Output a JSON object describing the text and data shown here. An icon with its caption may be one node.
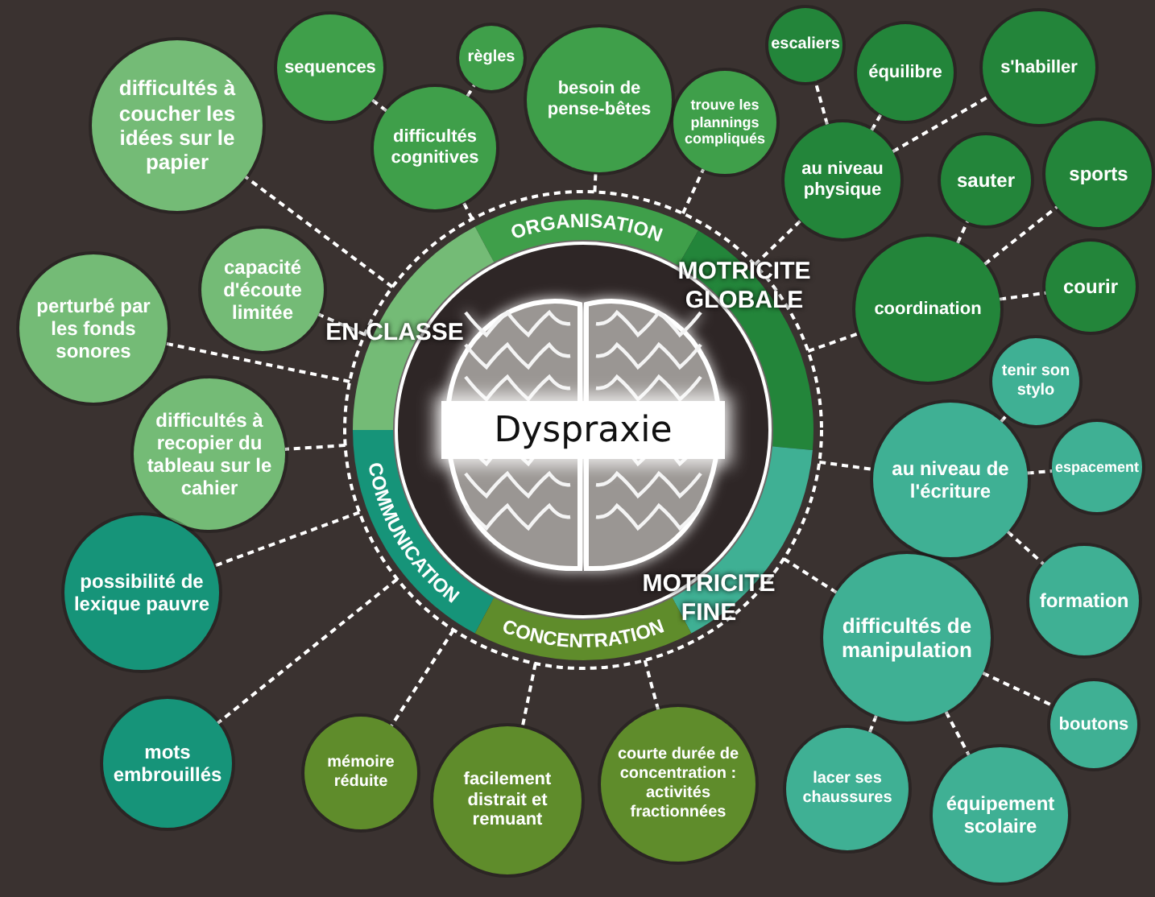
{
  "diagram": {
    "nodes": [
      {
        "text": [],
        "shape": "circle"
      },
      {
        "text": [
          "Dyspraxie"
        ],
        "in": 0
      },
      {
        "text": [
          "difficultés à coucher les idées sur le papier"
        ]
      },
      {
        "text": [
          "capacité d'écoute limitée"
        ]
      },
      {
        "text": [
          "perturbé par les fonds sonores"
        ]
      },
      {
        "text": [
          "difficultés à recopier du tableau sur le cahier"
        ]
      },
      {
        "text": [
          "sequences"
        ]
      },
      {
        "text": [
          "règles"
        ]
      },
      {
        "text": [
          "difficultés cognitives"
        ]
      },
      {
        "text": [
          "besoin de pense-bêtes"
        ]
      },
      {
        "text": [
          "trouve les plannings compliqués"
        ]
      },
      {
        "text": [
          "escaliers"
        ]
      },
      {
        "text": [
          "équilibre"
        ]
      },
      {
        "text": [
          "au niveau physique"
        ]
      },
      {
        "text": [
          "s'habiller"
        ]
      },
      {
        "text": [
          "sauter"
        ]
      },
      {
        "text": [
          "sports"
        ]
      },
      {
        "text": [
          "coordination"
        ]
      },
      {
        "text": [
          "courir"
        ]
      },
      {
        "text": [
          "tenir son stylo"
        ]
      },
      {
        "text": [
          "au niveau de l'écriture"
        ]
      },
      {
        "text": [
          "espacement"
        ]
      },
      {
        "text": [
          "formation"
        ]
      },
      {
        "text": [
          "difficultés de manipulation"
        ]
      },
      {
        "text": [
          "boutons"
        ]
      },
      {
        "text": [
          "lacer ses chaussures"
        ]
      },
      {
        "text": [
          "équipement scolaire"
        ]
      },
      {
        "text": [
          "possibilité de lexique pauvre"
        ]
      },
      {
        "text": [
          "mots embrouillés"
        ]
      },
      {
        "text": [
          "mémoire réduite"
        ]
      },
      {
        "text": [
          "facilement distrait et remuant"
        ]
      },
      {
        "text": [
          "courte durée de concentration : activités fractionnées"
        ]
      }
    ],
    "edges": [
      {
        "from": 0,
        "to": 2,
        "arrow": "none",
        "style": "dashed"
      },
      {
        "from": 0,
        "to": 3,
        "arrow": "none",
        "style": "dashed"
      },
      {
        "from": 0,
        "to": 4,
        "arrow": "none",
        "style": "dashed"
      },
      {
        "from": 0,
        "to": 5,
        "arrow": "none",
        "style": "dashed"
      },
      {
        "from": 0,
        "to": 8,
        "arrow": "none",
        "style": "dashed"
      },
      {
        "from": 8,
        "to": 6,
        "arrow": "none",
        "style": "dashed"
      },
      {
        "from": 8,
        "to": 7,
        "arrow": "none",
        "style": "dashed"
      },
      {
        "from": 0,
        "to": 9,
        "arrow": "none",
        "style": "dashed"
      },
      {
        "from": 0,
        "to": 10,
        "arrow": "none",
        "style": "dashed"
      },
      {
        "from": 0,
        "to": 13,
        "arrow": "none",
        "style": "dashed"
      },
      {
        "from": 13,
        "to": 11,
        "arrow": "none",
        "style": "dashed"
      },
      {
        "from": 13,
        "to": 12,
        "arrow": "none",
        "style": "dashed"
      },
      {
        "from": 13,
        "to": 14,
        "arrow": "none",
        "style": "dashed"
      },
      {
        "from": 0,
        "to": 17,
        "arrow": "none",
        "style": "dashed"
      },
      {
        "from": 17,
        "to": 15,
        "arrow": "none",
        "style": "dashed"
      },
      {
        "from": 17,
        "to": 16,
        "arrow": "none",
        "style": "dashed"
      },
      {
        "from": 17,
        "to": 18,
        "arrow": "none",
        "style": "dashed"
      },
      {
        "from": 0,
        "to": 20,
        "arrow": "none",
        "style": "dashed"
      },
      {
        "from": 20,
        "to": 19,
        "arrow": "none",
        "style": "dashed"
      },
      {
        "from": 20,
        "to": 21,
        "arrow": "none",
        "style": "dashed"
      },
      {
        "from": 20,
        "to": 22,
        "arrow": "none",
        "style": "dashed"
      },
      {
        "from": 0,
        "to": 23,
        "arrow": "none",
        "style": "dashed"
      },
      {
        "from": 23,
        "to": 24,
        "arrow": "none",
        "style": "dashed"
      },
      {
        "from": 23,
        "to": 25,
        "arrow": "none",
        "style": "dashed"
      },
      {
        "from": 23,
        "to": 26,
        "arrow": "none",
        "style": "dashed"
      },
      {
        "from": 0,
        "to": 27,
        "arrow": "none",
        "style": "dashed"
      },
      {
        "from": 0,
        "to": 28,
        "arrow": "none",
        "style": "dashed"
      },
      {
        "from": 0,
        "to": 29,
        "arrow": "none",
        "style": "dashed"
      },
      {
        "from": 0,
        "to": 30,
        "arrow": "none",
        "style": "dashed"
      },
      {
        "from": 0,
        "to": 31,
        "arrow": "none",
        "style": "dashed"
      }
    ],
    "labels": [
      "ORGANISATION",
      "EN CLASSE",
      "MOTRICITE GLOBALE",
      "MOTRICITE FINE",
      "COMMUNICATION",
      "CONCENTRATION"
    ]
  }
}
